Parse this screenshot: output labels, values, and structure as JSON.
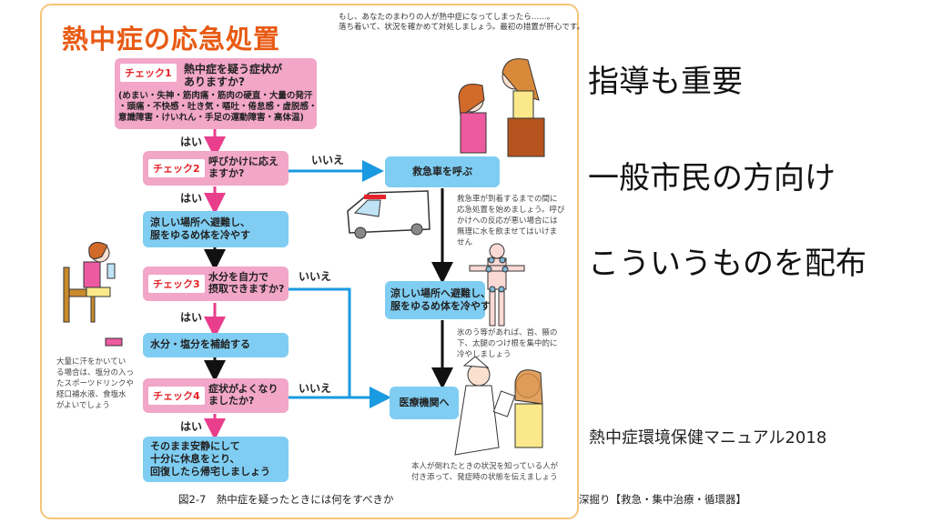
{
  "figure": {
    "title": "熱中症の応急処置",
    "intro_lines": [
      "もし、あなたのまわりの人が熱中症になってしまったら……。",
      "落ち着いて、状況を確かめて対処しましょう。最初の措置が肝心です。"
    ],
    "checks": [
      {
        "tag": "チェック1",
        "question_lines": [
          "熱中症を疑う症状が",
          "ありますか?"
        ],
        "detail_lines": [
          "(めまい・失神・筋肉痛・筋肉の硬直・大量の発汗",
          "・頭痛・不快感・吐き気・嘔吐・倦怠感・虚脱感・",
          "意識障害・けいれん・手足の運動障害・高体温)"
        ]
      },
      {
        "tag": "チェック2",
        "question_lines": [
          "呼びかけに応え",
          "ますか?"
        ]
      },
      {
        "tag": "チェック3",
        "question_lines": [
          "水分を自力で",
          "摂取できますか?"
        ]
      },
      {
        "tag": "チェック4",
        "question_lines": [
          "症状がよくなり",
          "ましたか?"
        ]
      }
    ],
    "yes_label": "はい",
    "no_label": "いいえ",
    "actions": {
      "cool_left": [
        "涼しい場所へ避難し、",
        "服をゆるめ体を冷やす"
      ],
      "hydrate": [
        "水分・塩分を補給する"
      ],
      "rest": [
        "そのまま安静にして",
        "十分に休息をとり、",
        "回復したら帰宅しましょう"
      ],
      "call_ambulance": [
        "救急車を呼ぶ"
      ],
      "cool_right": [
        "涼しい場所へ避難し、",
        "服をゆるめ体を冷やす"
      ],
      "hospital": [
        "医療機関へ"
      ]
    },
    "notes": {
      "ambulance": [
        "救急車が到着するまでの間に",
        "応急処置を始めましょう。呼び",
        "かけへの反応が悪い場合には",
        "無理に水を飲ませてはいけま",
        "せん"
      ],
      "ice": [
        "氷のう等があれば、首、腋の",
        "下、太腿のつけ根を集中的に",
        "冷やしましょう"
      ],
      "sweat": [
        "大量に汗をかいてい",
        "る場合は、塩分の入っ",
        "たスポーツドリンクや",
        "経口補水液、食塩水",
        "がよいでしょう"
      ],
      "hospital": [
        "本人が倒れたときの状況を知っている人が",
        "付き添って、発症時の状態を伝えましょう"
      ]
    },
    "caption": "図2-7　熱中症を疑ったときには何をすべきか",
    "source_fragment": "深掘り【救急・集中治療・循環器】"
  },
  "slide": {
    "lines": [
      "指導も重要",
      "一般市民の方向け",
      "こういうものを配布"
    ],
    "reference": "熱中症環境保健マニュアル2018"
  },
  "colors": {
    "title": "#e85a13",
    "pink_box": "#f2a6c8",
    "blue_box": "#7fcdf2",
    "yes_arrow": "#e83e8c",
    "no_arrow": "#1a9ae0",
    "check_tag": "#e5242a",
    "panel_border": "#f5c57a"
  }
}
